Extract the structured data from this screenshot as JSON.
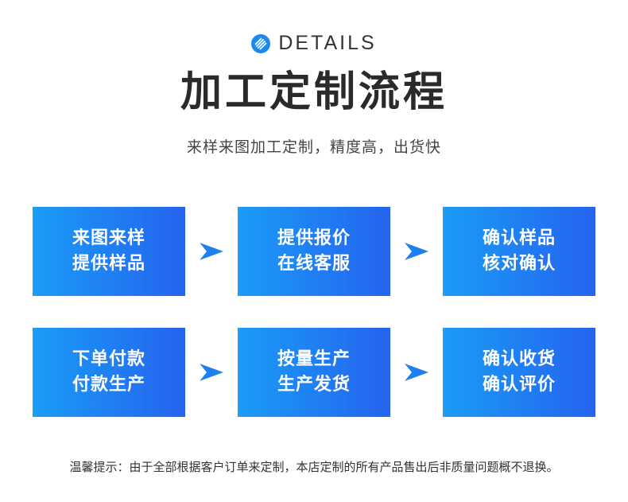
{
  "header": {
    "tag": "DETAILS",
    "tag_icon": "striped-circle-icon",
    "title": "加工定制流程",
    "subtitle": "来样来图加工定制，精度高，出货快"
  },
  "colors": {
    "accent": "#1e88f0",
    "box_gradient_start": "#1a9cf7",
    "box_gradient_end": "#2563ee",
    "arrow": "#1e7ff0"
  },
  "steps": {
    "row1": [
      {
        "line1": "来图来样",
        "line2": "提供样品"
      },
      {
        "line1": "提供报价",
        "line2": "在线客服"
      },
      {
        "line1": "确认样品",
        "line2": "核对确认"
      }
    ],
    "row2": [
      {
        "line1": "下单付款",
        "line2": "付款生产"
      },
      {
        "line1": "按量生产",
        "line2": "生产发货"
      },
      {
        "line1": "确认收货",
        "line2": "确认评价"
      }
    ],
    "arrow_icon": "right-arrow-icon"
  },
  "footer": {
    "note": "温馨提示：由于全部根据客户订单来定制，本店定制的所有产品售出后非质量问题概不退换。"
  }
}
